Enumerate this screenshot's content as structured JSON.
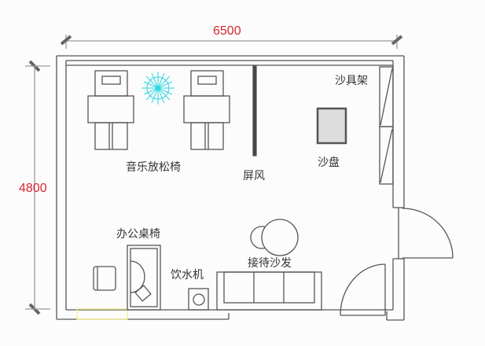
{
  "plan": {
    "dimensions": {
      "width": "6500",
      "height": "4800",
      "color": "#d8262c"
    },
    "labels": {
      "relax_chairs": "音乐放松椅",
      "screen": "屏风",
      "sand_shelf": "沙具架",
      "sand_tray": "沙盘",
      "office_desk_chair": "办公桌椅",
      "water_dispenser": "饮水机",
      "reception_sofa": "接待沙发"
    },
    "colors": {
      "wall": "#555555",
      "plant": "#29d6e0",
      "highlight": "#f4f08a"
    }
  }
}
